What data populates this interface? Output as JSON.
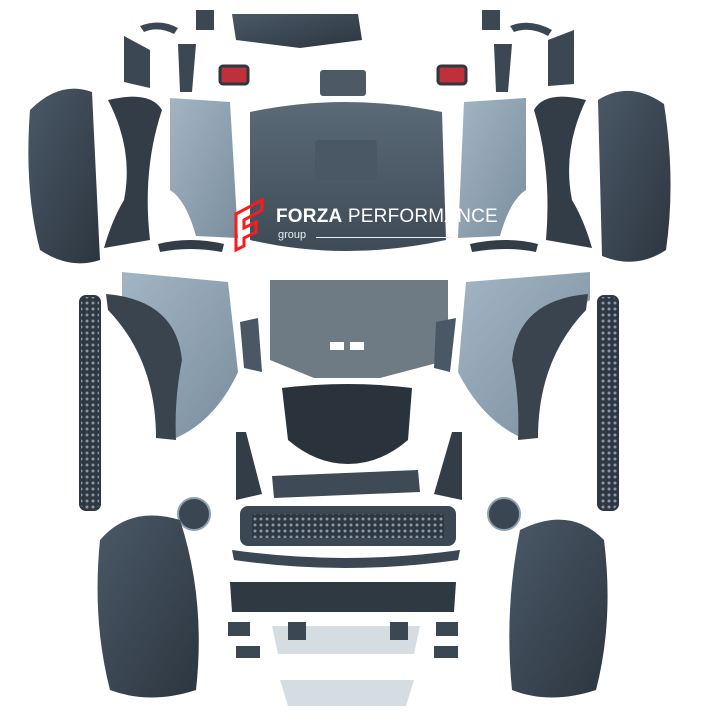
{
  "logo": {
    "brand_bold": "FORZA",
    "brand_light": "PERFORMANCE",
    "sub": "group",
    "accent_color": "#ff1a1a"
  },
  "colors": {
    "dark_part": "#3b4753",
    "light_part": "#8ea2b2",
    "background": "#ffffff",
    "taillight_red": "#c0303a"
  }
}
